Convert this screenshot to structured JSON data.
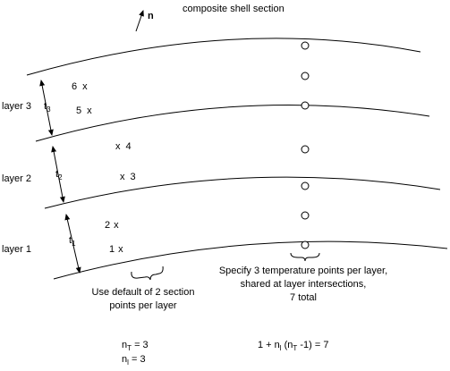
{
  "title": "composite shell section",
  "normal_label": "n",
  "layers": [
    {
      "label": "layer 3",
      "thickness": "t",
      "thickness_sub": "3"
    },
    {
      "label": "layer 2",
      "thickness": "t",
      "thickness_sub": "2"
    },
    {
      "label": "layer 1",
      "thickness": "t",
      "thickness_sub": "1"
    }
  ],
  "section_points": [
    "6",
    "5",
    "4",
    "3",
    "2",
    "1"
  ],
  "point_marker": "x",
  "temperature_note": {
    "line1": "Specify 3 temperature points per layer,",
    "line2": "shared at layer intersections,",
    "line3": "7 total"
  },
  "section_note": {
    "line1": "Use default of 2 section",
    "line2": "points per layer"
  },
  "equations": {
    "nT": {
      "var": "n",
      "sub": "T",
      "rest": " = 3"
    },
    "nl": {
      "var": "n",
      "sub": "l",
      "rest": " = 3"
    },
    "total": {
      "a": "1 + n",
      "sub1": "l",
      "b": " (n",
      "sub2": "T",
      "c": " -1) = 7"
    }
  }
}
